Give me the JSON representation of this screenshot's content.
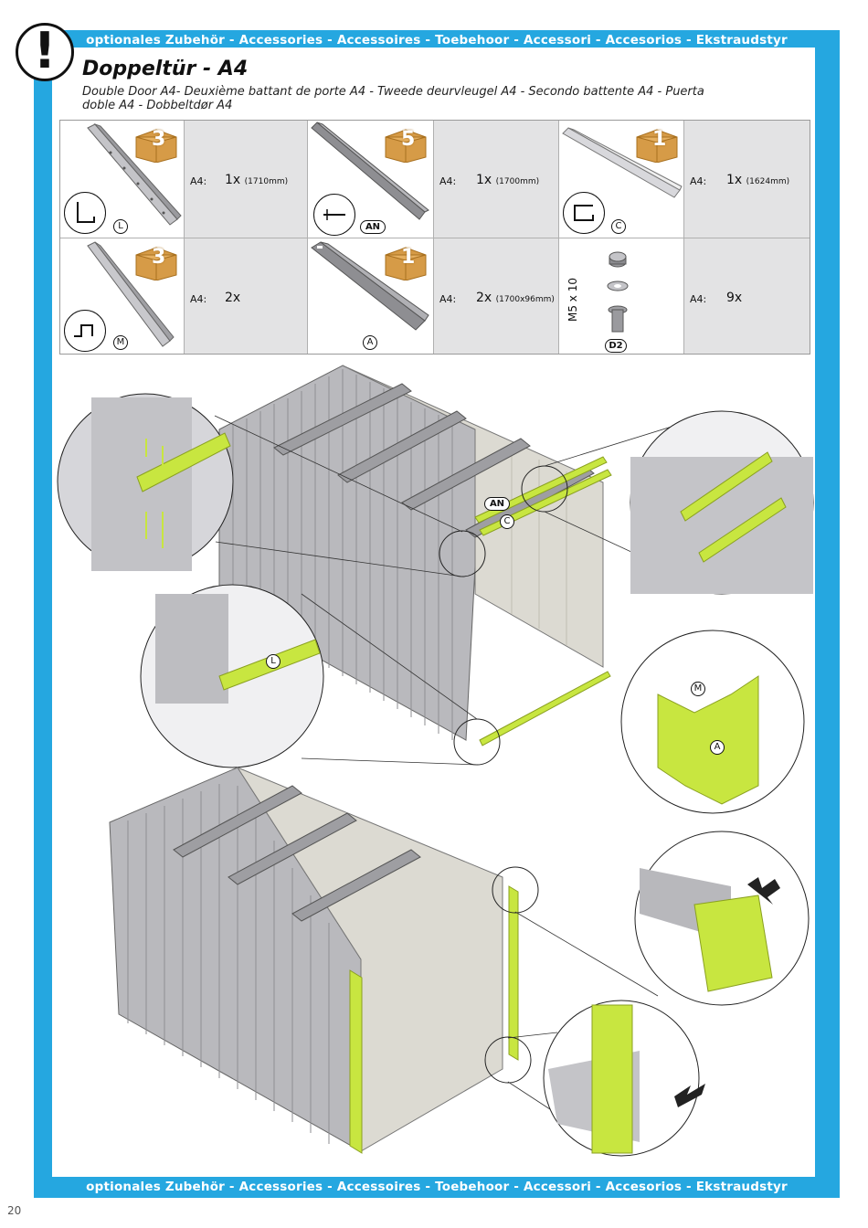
{
  "header": {
    "banner": "optionales Zubehör - Accessories - Accessoires - Toebehoor - Accessori - Accesorios  - Ekstraudstyr",
    "warning_symbol": "!",
    "title": "Doppeltür - A4",
    "subtitle": "Double Door A4- Deuxième battant de porte A4 - Tweede deurvleugel A4 - Secondo battente A4 - Puerta doble A4 - Dobbeltdør A4"
  },
  "parts": [
    {
      "box_count": "3",
      "letter": "L",
      "model": "A4:",
      "qty": "1x",
      "dim": "(1710mm)"
    },
    {
      "box_count": "5",
      "letter": "AN",
      "model": "A4:",
      "qty": "1x",
      "dim": "(1700mm)"
    },
    {
      "box_count": "1",
      "letter": "C",
      "model": "A4:",
      "qty": "1x",
      "dim": "(1624mm)"
    },
    {
      "box_count": "3",
      "letter": "M",
      "model": "A4:",
      "qty": "2x",
      "dim": ""
    },
    {
      "box_count": "1",
      "letter": "A",
      "model": "A4:",
      "qty": "2x",
      "dim": "(1700x96mm)"
    },
    {
      "box_count": "",
      "letter": "D2",
      "model": "A4:",
      "qty": "9x",
      "dim": "",
      "screw_label": "M5 x 10"
    }
  ],
  "callouts": {
    "an": "AN",
    "c": "C",
    "l": "L",
    "m": "M",
    "a": "A"
  },
  "footer": {
    "banner": "optionales Zubehör - Accessories - Accessoires - Toebehoor - Accessori - Accesorios  - Ekstraudstyr",
    "page_number": "20"
  },
  "colors": {
    "frame_blue": "#25a7e0",
    "accent_lime": "#c8e640",
    "panel_gray": "#b9b9bd",
    "box_brown": "#d69b47"
  }
}
